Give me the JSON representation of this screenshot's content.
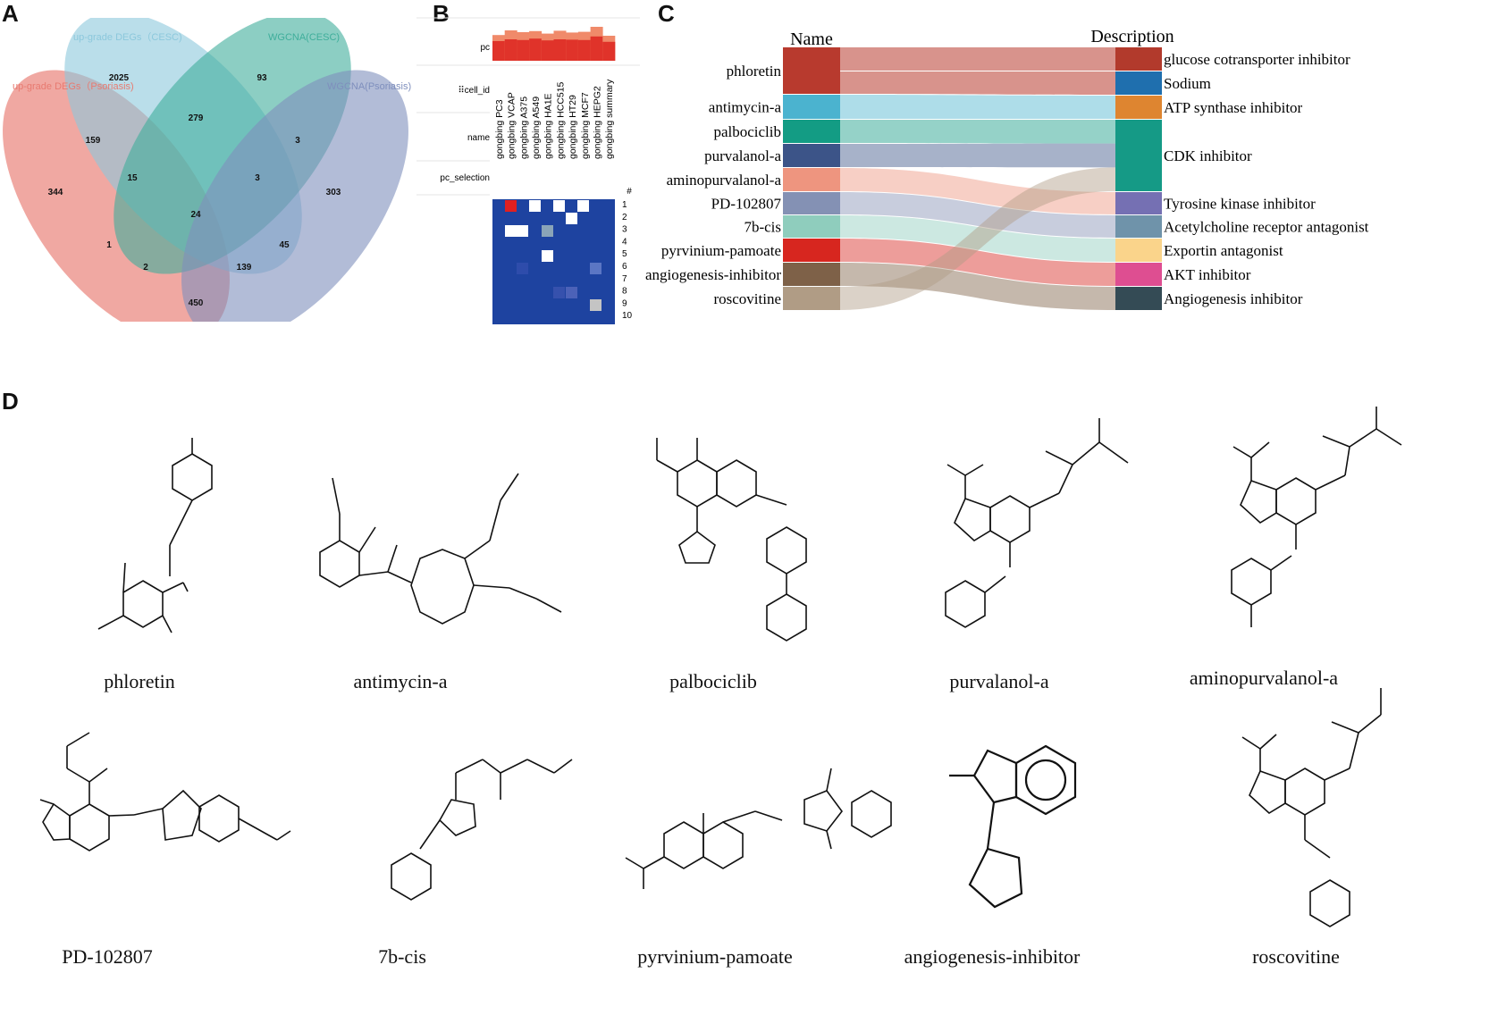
{
  "panels": {
    "a": "A",
    "b": "B",
    "c": "C",
    "d": "D"
  },
  "venn": {
    "sets": [
      {
        "name": "up-grade DEGs（Psoriasis)",
        "color": "#e87a70"
      },
      {
        "name": "up-grade DEGs（CESC)",
        "color": "#8cc8dc"
      },
      {
        "name": "WGCNA(CESC)",
        "color": "#3fae9b"
      },
      {
        "name": "WGCNA(Psoriasis)",
        "color": "#7f8fbd"
      }
    ],
    "counts": [
      "2025",
      "93",
      "159",
      "279",
      "3",
      "344",
      "15",
      "3",
      "303",
      "24",
      "1",
      "45",
      "2",
      "139",
      "450"
    ]
  },
  "clue": {
    "row_labels": [
      "pc",
      "cell_id",
      "name",
      "pc_selection"
    ],
    "columns": [
      "gongbing PC3",
      "gongbing VCAP",
      "gongbing A375",
      "gongbing A549",
      "gongbing HA1E",
      "gongbing HCC515",
      "gongbing HT29",
      "gongbing MCF7",
      "gongbing HEPG2",
      "gongbing summary"
    ],
    "hash_label": "#",
    "rows": [
      "1",
      "2",
      "3",
      "4",
      "5",
      "6",
      "7",
      "8",
      "9",
      "10"
    ],
    "pc_top": [
      0.72,
      0.85,
      0.8,
      0.83,
      0.76,
      0.84,
      0.79,
      0.81,
      0.95,
      0.7
    ],
    "pc_base": [
      0.55,
      0.6,
      0.58,
      0.62,
      0.57,
      0.6,
      0.59,
      0.58,
      0.68,
      0.53
    ]
  },
  "sankey": {
    "name_header": "Name",
    "desc_header": "Description",
    "names": [
      {
        "label": "phloretin",
        "color": "#b83a2e"
      },
      {
        "label": "antimycin-a",
        "color": "#4bb3cf"
      },
      {
        "label": "palbociclib",
        "color": "#139c84"
      },
      {
        "label": "purvalanol-a",
        "color": "#3c5488"
      },
      {
        "label": "aminopurvalanol-a",
        "color": "#ee957f"
      },
      {
        "label": "PD-102807",
        "color": "#8491b4"
      },
      {
        "label": "7b-cis",
        "color": "#8fcdbd"
      },
      {
        "label": "pyrvinium-pamoate",
        "color": "#d7261f"
      },
      {
        "label": "angiogenesis-inhibitor",
        "color": "#7e6148"
      },
      {
        "label": "roscovitine",
        "color": "#b09c85"
      }
    ],
    "descriptions": [
      {
        "label": "glucose cotransporter inhibitor",
        "color": "#b23a2c"
      },
      {
        "label": "Sodium",
        "color": "#1f6fae"
      },
      {
        "label": "ATP synthase inhibitor",
        "color": "#de8530"
      },
      {
        "label": "CDK inhibitor",
        "color": "#159a86"
      },
      {
        "label": "Tyrosine kinase inhibitor",
        "color": "#7570b3"
      },
      {
        "label": "Acetylcholine receptor antagonist",
        "color": "#6f93aa"
      },
      {
        "label": "Exportin antagonist",
        "color": "#fad48b"
      },
      {
        "label": "AKT inhibitor",
        "color": "#de4e91"
      },
      {
        "label": "Angiogenesis inhibitor",
        "color": "#344b55"
      }
    ]
  },
  "compounds": [
    "phloretin",
    "antimycin-a",
    "palbociclib",
    "purvalanol-a",
    "aminopurvalanol-a",
    "PD-102807",
    "7b-cis",
    "pyrvinium-pamoate",
    "angiogenesis-inhibitor",
    "roscovitine"
  ]
}
